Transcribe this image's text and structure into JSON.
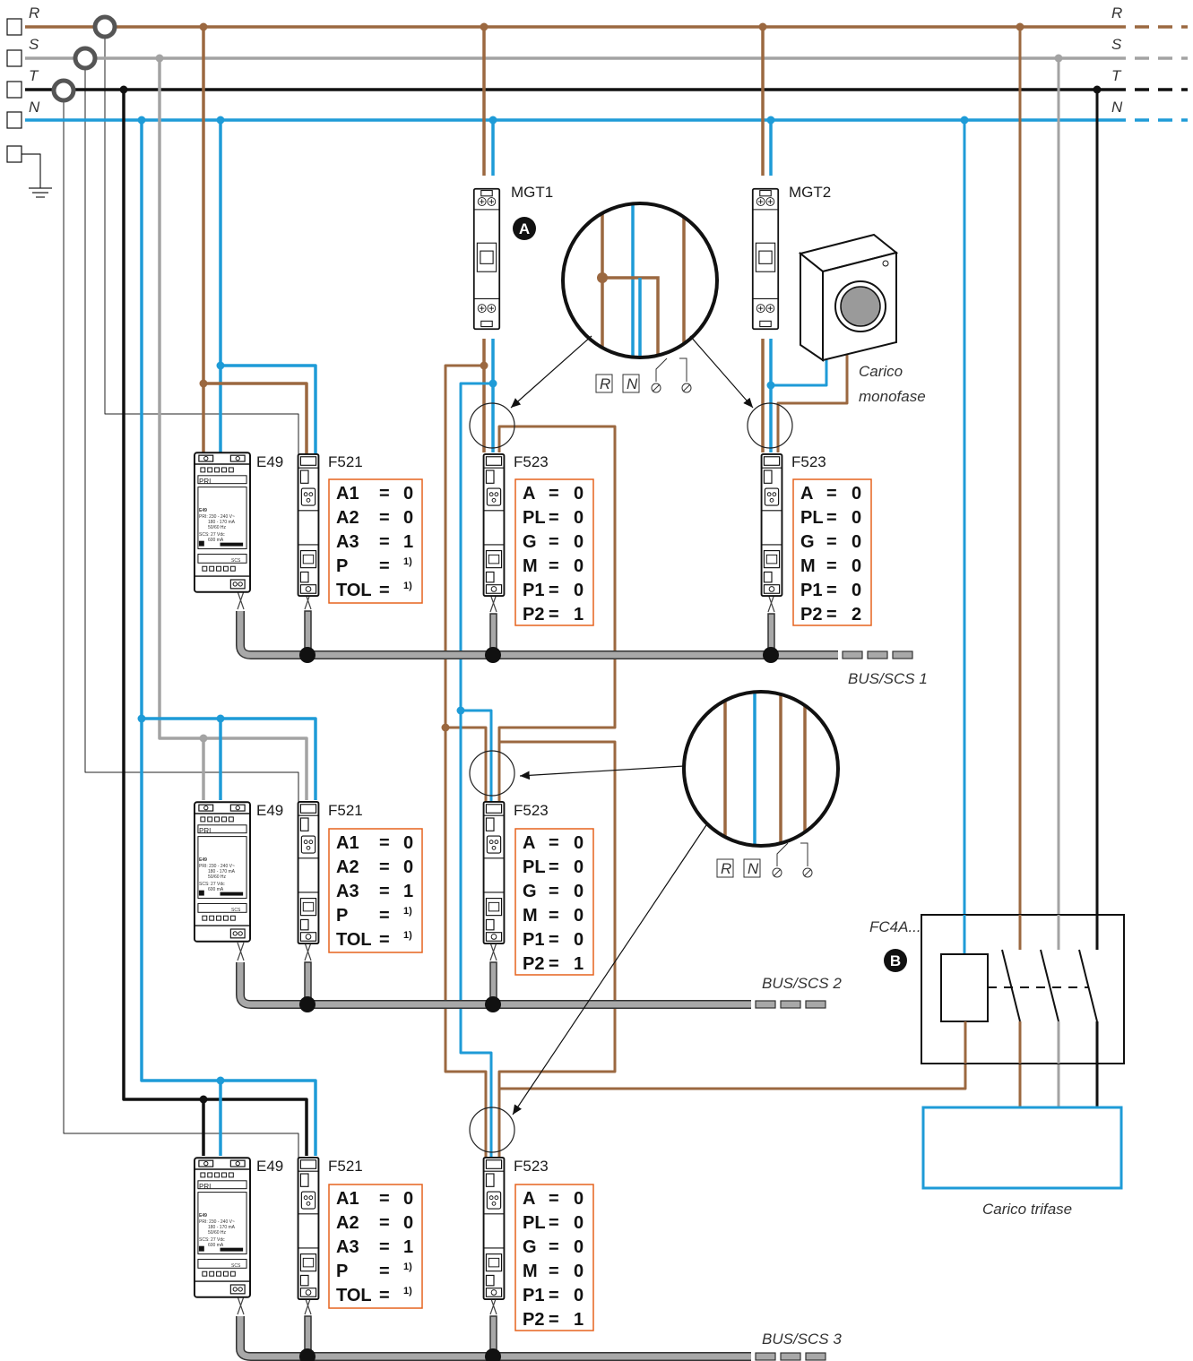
{
  "phases": [
    "R",
    "S",
    "T",
    "N"
  ],
  "breakers": [
    "MGT1",
    "MGT2"
  ],
  "markers": {
    "a": "A",
    "b": "B"
  },
  "devices": {
    "power_supply": "E49",
    "actuator_f521": "F521",
    "actuator_f523": "F523",
    "contactor": "FC4A..."
  },
  "psu_text": {
    "pri": "PRI",
    "model": "E49",
    "line1": "PRI: 230 - 240 V~",
    "line2": "180 - 170 mA",
    "line3": "50/60 Hz",
    "line4": "SCS: 27 Vdc",
    "line5": "600 mA",
    "scs": "SCS"
  },
  "config_f521": [
    {
      "key": "A1",
      "val": "0"
    },
    {
      "key": "A2",
      "val": "0"
    },
    {
      "key": "A3",
      "val": "1"
    },
    {
      "key": "P",
      "val": "1)"
    },
    {
      "key": "TOL",
      "val": "1)"
    }
  ],
  "config_f523": [
    [
      {
        "key": "A",
        "val": "0"
      },
      {
        "key": "PL",
        "val": "0"
      },
      {
        "key": "G",
        "val": "0"
      },
      {
        "key": "M",
        "val": "0"
      },
      {
        "key": "P1",
        "val": "0"
      },
      {
        "key": "P2",
        "val": "1"
      }
    ],
    [
      {
        "key": "A",
        "val": "0"
      },
      {
        "key": "PL",
        "val": "0"
      },
      {
        "key": "G",
        "val": "0"
      },
      {
        "key": "M",
        "val": "0"
      },
      {
        "key": "P1",
        "val": "0"
      },
      {
        "key": "P2",
        "val": "2"
      }
    ],
    [
      {
        "key": "A",
        "val": "0"
      },
      {
        "key": "PL",
        "val": "0"
      },
      {
        "key": "G",
        "val": "0"
      },
      {
        "key": "M",
        "val": "0"
      },
      {
        "key": "P1",
        "val": "0"
      },
      {
        "key": "P2",
        "val": "1"
      }
    ],
    [
      {
        "key": "A",
        "val": "0"
      },
      {
        "key": "PL",
        "val": "0"
      },
      {
        "key": "G",
        "val": "0"
      },
      {
        "key": "M",
        "val": "0"
      },
      {
        "key": "P1",
        "val": "0"
      },
      {
        "key": "P2",
        "val": "1"
      }
    ]
  ],
  "buses": [
    "BUS/SCS 1",
    "BUS/SCS 2",
    "BUS/SCS 3"
  ],
  "loads": {
    "single_phase": [
      "Carico",
      "monofase"
    ],
    "three_phase": "Carico trifase"
  },
  "terminals": [
    "R",
    "N"
  ],
  "colors": {
    "brown": "#9b6840",
    "blue": "#1e9bd7",
    "grey": "#a3a3a3",
    "black": "#111111",
    "orange": "#e5631e",
    "bus": "#8e8e8e"
  }
}
